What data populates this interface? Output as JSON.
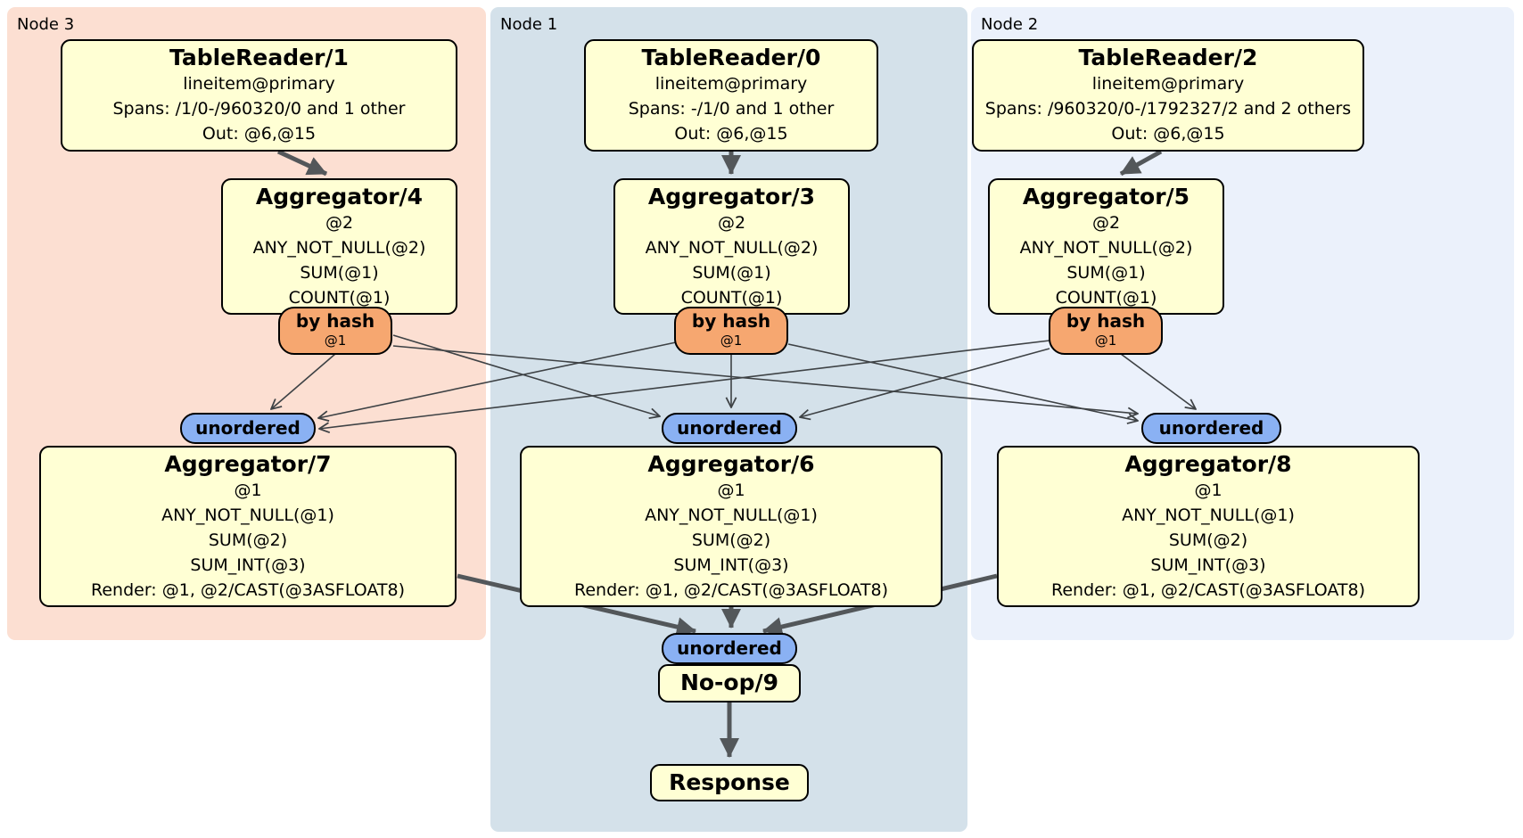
{
  "regions": {
    "node3": {
      "label": "Node 3"
    },
    "node1": {
      "label": "Node 1"
    },
    "node2": {
      "label": "Node 2"
    }
  },
  "processors": {
    "tr1": {
      "title": "TableReader/1",
      "lines": [
        "lineitem@primary",
        "Spans: /1/0-/960320/0 and 1 other",
        "Out: @6,@15"
      ]
    },
    "tr0": {
      "title": "TableReader/0",
      "lines": [
        "lineitem@primary",
        "Spans: -/1/0 and 1 other",
        "Out: @6,@15"
      ]
    },
    "tr2": {
      "title": "TableReader/2",
      "lines": [
        "lineitem@primary",
        "Spans: /960320/0-/1792327/2 and 2 others",
        "Out: @6,@15"
      ]
    },
    "agg4": {
      "title": "Aggregator/4",
      "lines": [
        "@2",
        "ANY_NOT_NULL(@2)",
        "SUM(@1)",
        "COUNT(@1)"
      ]
    },
    "agg3": {
      "title": "Aggregator/3",
      "lines": [
        "@2",
        "ANY_NOT_NULL(@2)",
        "SUM(@1)",
        "COUNT(@1)"
      ]
    },
    "agg5": {
      "title": "Aggregator/5",
      "lines": [
        "@2",
        "ANY_NOT_NULL(@2)",
        "SUM(@1)",
        "COUNT(@1)"
      ]
    },
    "agg7": {
      "title": "Aggregator/7",
      "lines": [
        "@1",
        "ANY_NOT_NULL(@1)",
        "SUM(@2)",
        "SUM_INT(@3)",
        "Render: @1, @2/CAST(@3ASFLOAT8)"
      ]
    },
    "agg6": {
      "title": "Aggregator/6",
      "lines": [
        "@1",
        "ANY_NOT_NULL(@1)",
        "SUM(@2)",
        "SUM_INT(@3)",
        "Render: @1, @2/CAST(@3ASFLOAT8)"
      ]
    },
    "agg8": {
      "title": "Aggregator/8",
      "lines": [
        "@1",
        "ANY_NOT_NULL(@1)",
        "SUM(@2)",
        "SUM_INT(@3)",
        "Render: @1, @2/CAST(@3ASFLOAT8)"
      ]
    },
    "noop": {
      "title": "No-op/9"
    },
    "response": {
      "title": "Response"
    }
  },
  "routers": {
    "byhash3": {
      "label": "by hash",
      "sub": "@1"
    },
    "byhash1": {
      "label": "by hash",
      "sub": "@1"
    },
    "byhash2": {
      "label": "by hash",
      "sub": "@1"
    }
  },
  "streams": {
    "unordered3": {
      "label": "unordered"
    },
    "unordered1": {
      "label": "unordered"
    },
    "unordered2": {
      "label": "unordered"
    },
    "unordered_final": {
      "label": "unordered"
    }
  },
  "colors": {
    "node3_bg": "#fcdfd2",
    "node1_bg": "#d4e1ea",
    "node2_bg": "#ebf1fb",
    "processor_fill": "#ffffd4",
    "hash_router_fill": "#f6a770",
    "stream_fill": "#8ab1f3",
    "box_border": "#000000",
    "thick_edge": "#53575a",
    "thin_edge": "#3e4245"
  },
  "edges": {
    "thick": [
      [
        312,
        170,
        366,
        195
      ],
      [
        820,
        170,
        820,
        195
      ],
      [
        1302,
        170,
        1257,
        195
      ],
      [
        513,
        646,
        780,
        708
      ],
      [
        820,
        681,
        820,
        704
      ],
      [
        1118,
        646,
        856,
        708
      ],
      [
        818,
        788,
        818,
        849
      ]
    ],
    "thin": [
      [
        376,
        397,
        304,
        459
      ],
      [
        441,
        376,
        740,
        467
      ],
      [
        441,
        388,
        1276,
        464
      ],
      [
        820,
        397,
        820,
        457
      ],
      [
        758,
        384,
        357,
        469
      ],
      [
        884,
        386,
        1276,
        472
      ],
      [
        1257,
        397,
        1341,
        459
      ],
      [
        1177,
        382,
        358,
        481
      ],
      [
        1177,
        391,
        897,
        468
      ]
    ]
  }
}
